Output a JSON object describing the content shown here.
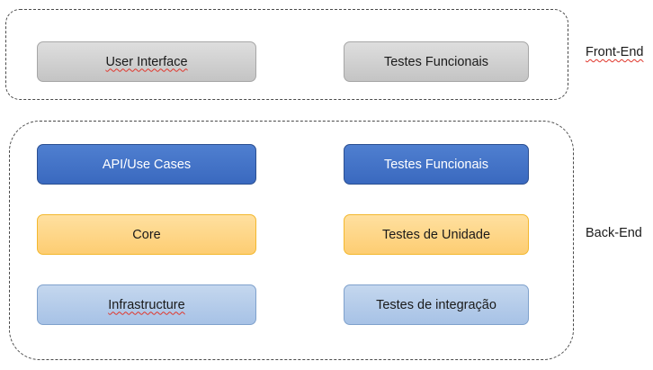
{
  "front_end": {
    "label": "Front-End",
    "boxes": {
      "ui": "User Interface",
      "tests": "Testes Funcionais"
    }
  },
  "back_end": {
    "label": "Back-End",
    "boxes": {
      "api": "API/Use Cases",
      "api_tests": "Testes Funcionais",
      "core": "Core",
      "core_tests": "Testes de Unidade",
      "infra": "Infrastructure",
      "infra_tests": "Testes de integração"
    }
  },
  "colors": {
    "gray": "#c9c9c9",
    "blue": "#4472c4",
    "yellow": "#ffd87f",
    "light_blue": "#b4c7e7",
    "dashed_border": "#4a4a4a"
  }
}
